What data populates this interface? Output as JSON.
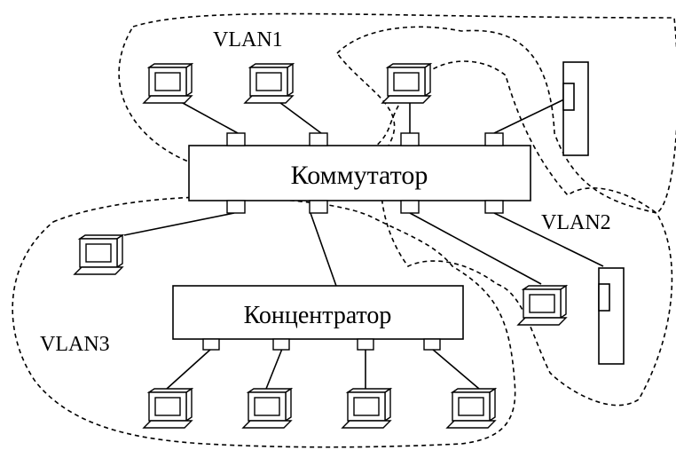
{
  "switch": {
    "label": "Коммутатор"
  },
  "hub": {
    "label": "Концентратор"
  },
  "vlans": [
    {
      "label": "VLAN1"
    },
    {
      "label": "VLAN2"
    },
    {
      "label": "VLAN3"
    }
  ],
  "colors": {
    "stroke": "#000000",
    "background": "#ffffff"
  },
  "icons": [
    "computer-icon",
    "server-icon",
    "port-icon"
  ]
}
